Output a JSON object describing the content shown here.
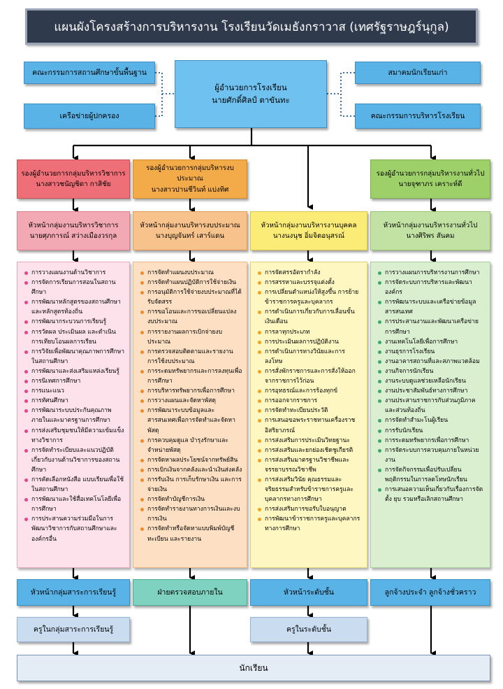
{
  "title": "แผนผังโครงสร้างการบริหารงาน โรงเรียนวัดเมธังกราวาส (เทศรัฐราษฎร์นุกูล)",
  "top": {
    "left_boxes": [
      "คณะกรรมการสถานศึกษาขั้นพื้นฐาน",
      "เครือข่ายผู้ปกครอง"
    ],
    "director": {
      "role": "ผู้อำนวยการโรงเรียน",
      "name": "นายศักดิ์ศิลป์ ตาขันทะ"
    },
    "right_boxes": [
      "สมาคมนักเรียนเก่า",
      "คณะกรรมการบริหารโรงเรียน"
    ]
  },
  "deputies": [
    {
      "role": "รองผู้อำนวยการกลุ่มบริหารวิชาการ",
      "name": "นางสาวชนัญชิดา กาสิชัย"
    },
    {
      "role": "รองผู้อำนวยการกลุ่มบริหารงบประมาณ",
      "name": "นางสาวปานชีวินท์ แบ่งทิศ"
    },
    {
      "role": "รองผู้อำนวยการกลุ่มบริหารงานทั่วไป",
      "name": "นายจุฑาภร เคราะห์ดี"
    }
  ],
  "heads": [
    {
      "role": "หัวหน้ากลุ่มงานบริหารวิชาการ",
      "name": "นายศุภการณ์ สว่างเมืองวรกุล"
    },
    {
      "role": "หัวหน้ากลุ่มงานบริหารงบประมาณ",
      "name": "นางบุญจันทร์ เสาร์แดน"
    },
    {
      "role": "หัวหน้ากลุ่มงานบริหารงานบุคคล",
      "name": "นางนงนุช อิ่มจิตอนุสรณ์"
    },
    {
      "role": "หัวหน้ากลุ่มงานบริหารงานทั่วไป",
      "name": "นางศิริพร สันคม"
    }
  ],
  "duties": [
    [
      "การวางแผนงานด้านวิชาการ",
      "การจัดการเรียนการสอนในสถานศึกษา",
      "การพัฒนาหลักสูตรของสถานศึกษาและหลักสูตรท้องถิ่น",
      "การพัฒนากระบวนการเรียนรู้",
      "การวัดผล ประเมินผล และดำเนินการเทียบโอนผลการเรียน",
      "การวิจัยเพื่อพัฒนาคุณภาพการศึกษาในสถานศึกษา",
      "การพัฒนาและส่งเสริมแหล่งเรียนรู้",
      "การนิเทศการศึกษา",
      "การแนะแนว",
      "การทัศนศึกษา",
      "การพัฒนาระบบประกันคุณภาพภายในและมาตรฐานการศึกษา",
      "การส่งเสริมชุมชนให้มีความเข้มแข็งทางวิชาการ",
      "การจัดทำระเบียบและแนวปฏิบัติเกี่ยวกับงานด้านวิชาการของสถานศึกษา",
      "การคัดเลือกหนังสือ แบบเรียนเพื่อใช้ในสถานศึกษา",
      "การพัฒนาและใช้สื่อเทคโนโลยีเพื่อการศึกษา",
      "การประสานความร่วมมือในการพัฒนาวิชาการกับสถานศึกษาและองค์กรอื่น"
    ],
    [
      "การจัดทำแผนงบประมาณ",
      "การจัดทำแผนปฏิบัติการใช้จ่ายเงิน",
      "การอนุมัติการใช้จ่ายงบประมาณที่ได้รับจัดสรร",
      "การขอโอนและการขอเปลี่ยนแปลงงบประมาณ",
      "การรายงานผลการเบิกจ่ายงบประมาณ",
      "การตรวจสอบติดตามและรายงานการใช้งบประมาณ",
      "การระดมทรัพยากรและการลงทุนเพื่อการศึกษา",
      "การบริหารทรัพยากรเพื่อการศึกษา",
      "การวางแผนและจัดหาพัสดุ",
      "การพัฒนาระบบข้อมูลและสารสนเทศเพื่อการจัดทำและจัดหาพัสดุ",
      "การควบคุมดูแล บำรุงรักษาและจำหน่ายพัสดุ",
      "การจัดหาผลประโยชน์จากทรัพย์สิน",
      "การเบิกเงินจากคลังและนำเงินส่งคลัง",
      "การรับเงิน การเก็บรักษาเงิน และการจ่ายเงิน",
      "การจัดทำบัญชีการเงิน",
      "การจัดทำรายงานทางการเงินและงบการเงิน",
      "การจัดทำหรือจัดหาแบบพิมพ์บัญชี ทะเบียน และรายงาน"
    ],
    [
      "การจัดสรรอัตรากำลัง",
      "การสรรหาและบรรจุแต่งตั้ง",
      "การเปลี่ยนตำแหน่งให้สูงขึ้น การย้ายข้าราชการครูและบุคลากร",
      "การดำเนินการเกี่ยวกับการเลื่อนขั้นเงินเดือน",
      "การลาทุกประเภท",
      "การประเมินผลการปฏิบัติงาน",
      "การดำเนินการทางวินัยและการลงโทษ",
      "การสั่งพักราชการและการสั่งให้ออกจากราชการไว้ก่อน",
      "การอุทธรณ์และการร้องทุกข์",
      "การออกจากราชการ",
      "การจัดทำทะเบียนประวัติ",
      "การเสนอขอพระราชทานเครื่องราชอิสริยาภรณ์",
      "การส่งเสริมการประเมินวิทยฐานะ",
      "การส่งเสริมและยกย่องเชิดชูเกียรติ",
      "การส่งเสริมมาตรฐานวิชาชีพและจรรยาบรรณวิชาชีพ",
      "การส่งเสริมวินัย คุณธรรมและจริยธรรมสำหรับข้าราชการครูและบุคลากรทางการศึกษา",
      "การส่งเสริมการขอรับใบอนุญาต",
      "การพัฒนาข้าราชการครูและบุคลากรทางการศึกษา"
    ],
    [
      "การวางแผนการบริหารงานการศึกษา",
      "การจัดระบบการบริหารและพัฒนาองค์กร",
      "การพัฒนาระบบและเครือข่ายข้อมูลสารสนเทศ",
      "การประสานงานและพัฒนาเครือข่ายการศึกษา",
      "งานเทคโนโลยีเพื่อการศึกษา",
      "งานธุรการโรงเรียน",
      "งานอาคารสถานที่และสภาพแวดล้อม",
      "งานกิจการนักเรียน",
      "งานระบบดูแลช่วยเหลือนักเรียน",
      "งานประชาสัมพันธ์ทางการศึกษา",
      "งานประสานราชการกับส่วนภูมิภาคและส่วนท้องถิ่น",
      "การจัดทำสำมะโนผู้เรียน",
      "การรับนักเรียน",
      "การระดมทรัพยากรเพื่อการศึกษา",
      "การจัดระบบการควบคุมภายในหน่วยงาน",
      "การจัดกิจกรรมเพื่อปรับเปลี่ยนพฤติกรรมในการลดโทษนักเรียน",
      "การเสนอความเห็นเกี่ยวกับเรื่องการจัดตั้ง ยุบ รวมหรือเลิกสถานศึกษา"
    ]
  ],
  "bottom_row1": [
    "หัวหน้ากลุ่มสาระการเรียนรู้",
    "ฝ่ายตรวจสอบภายใน",
    "หัวหน้าระดับชั้น",
    "ลูกจ้างประจำ ลูกจ้างชั่วคราว"
  ],
  "bottom_row2": [
    "ครูในกลุ่มสาระการเรียนรู้",
    "ครูในระดับชั้น"
  ],
  "students": "นักเรียน",
  "colors": {
    "title_bg": "#2f3a4d",
    "blue_box": "#5ab3e6",
    "deputy_academic": "#ee6f78",
    "deputy_budget": "#f3ab4a",
    "deputy_general": "#9ed06a",
    "head_academic": "#f3a9b3",
    "head_budget": "#f7c28c",
    "head_personnel": "#fbec77",
    "head_general": "#c2e2a4",
    "audit": "#7fd2c0"
  }
}
